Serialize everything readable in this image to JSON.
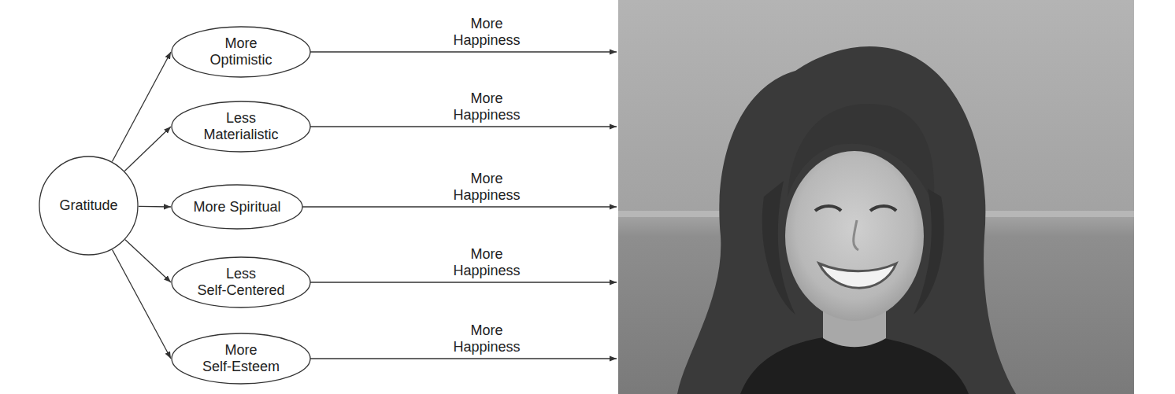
{
  "diagram": {
    "nodes": [
      {
        "text": [
          "Gratitude"
        ]
      },
      {
        "text": [
          "More Optimistic"
        ]
      },
      {
        "text": [
          "Less Materialistic"
        ]
      },
      {
        "text": [
          "More Spiritual"
        ]
      },
      {
        "text": [
          "Less Self-Centered"
        ]
      },
      {
        "text": [
          "More Self-Esteem"
        ]
      }
    ],
    "edges": [
      {
        "from": 0,
        "to": 1,
        "arrow": "to"
      },
      {
        "from": 0,
        "to": 2,
        "arrow": "to"
      },
      {
        "from": 0,
        "to": 3,
        "arrow": "to"
      },
      {
        "from": 0,
        "to": 4,
        "arrow": "to"
      },
      {
        "from": 0,
        "to": 5,
        "arrow": "to"
      }
    ],
    "labels": [
      "More Happiness",
      "More Happiness",
      "More Happiness",
      "More Happiness",
      "More Happiness"
    ]
  }
}
